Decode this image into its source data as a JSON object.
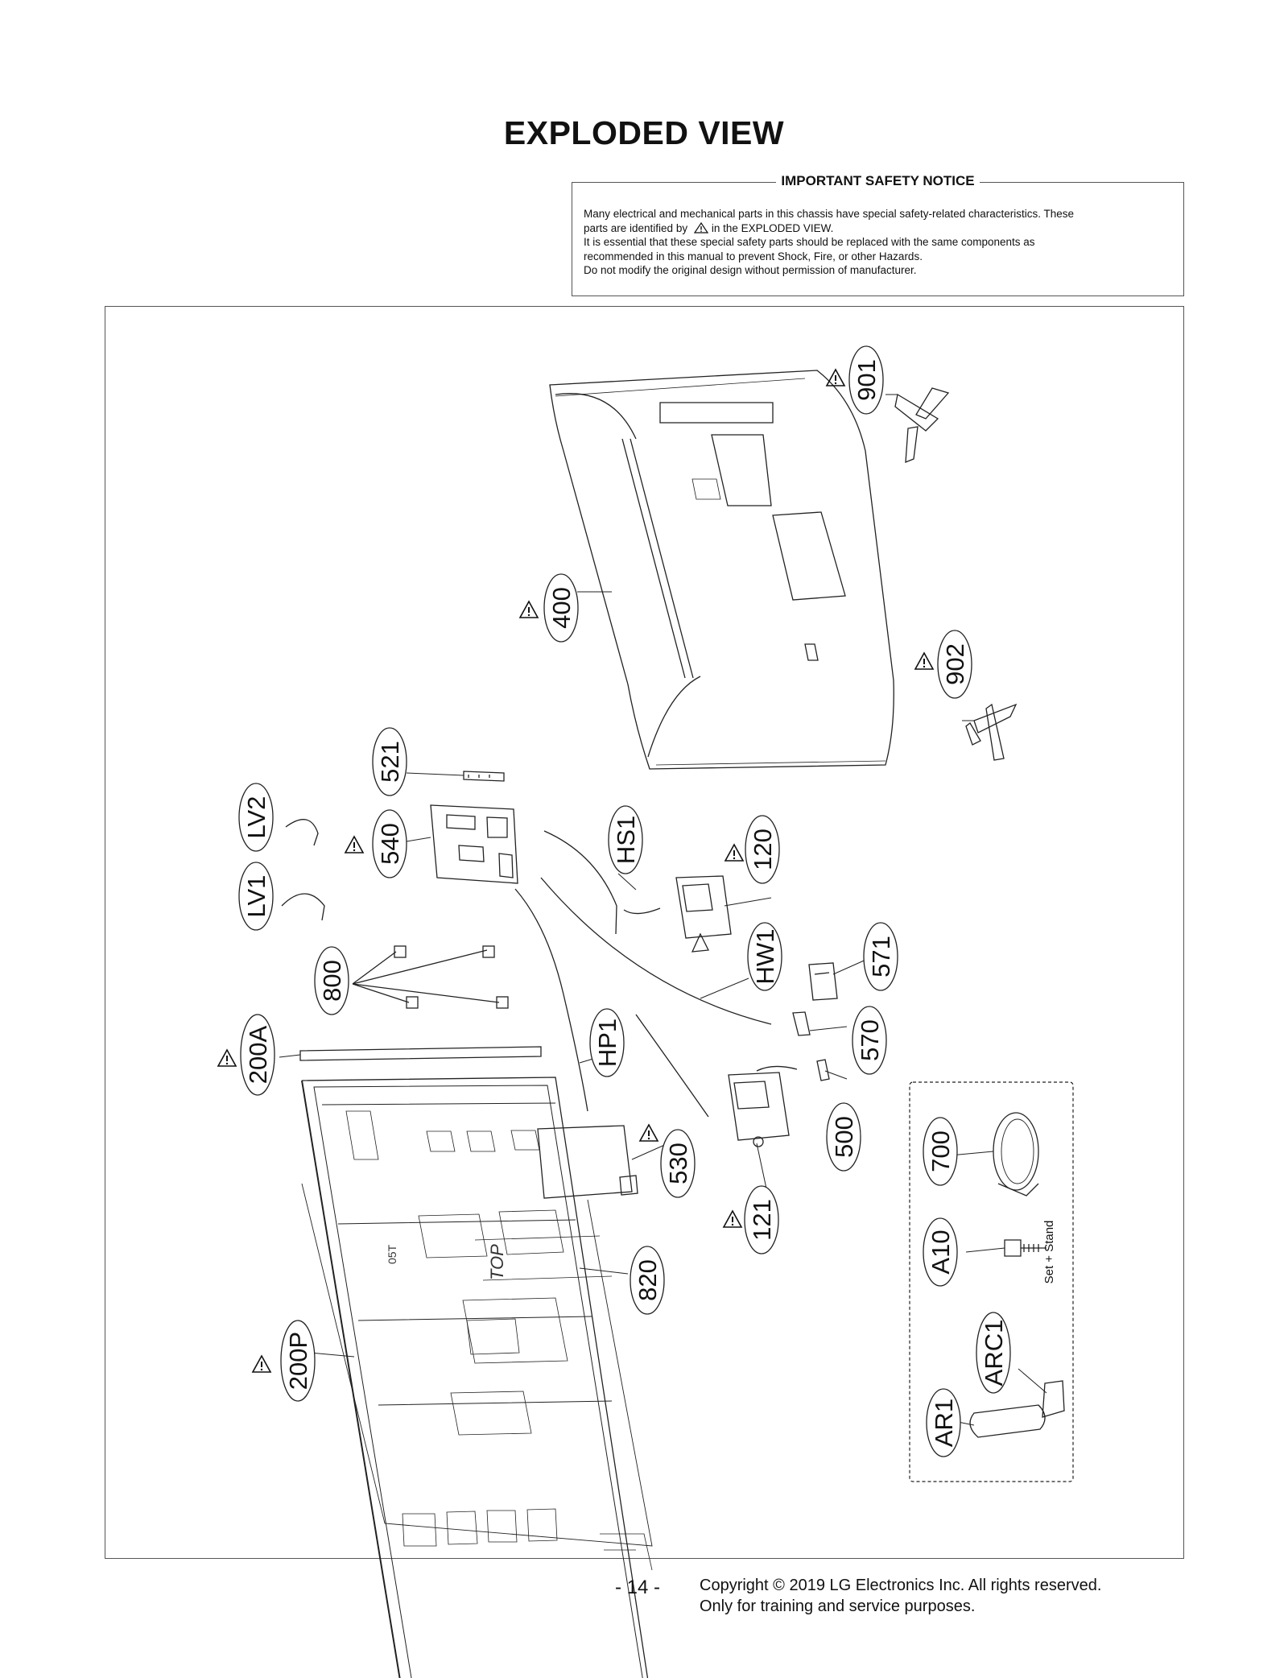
{
  "page": {
    "title": "EXPLODED VIEW"
  },
  "notice": {
    "title": "IMPORTANT SAFETY NOTICE",
    "line1a": "Many electrical and mechanical parts in this chassis have special safety-related characteristics. These",
    "line1b_pre": "parts are identified by",
    "line1b_post": "in the EXPLODED VIEW.",
    "line2a": "It is essential that these special safety parts should be replaced with the same components as",
    "line2b": "recommended in this manual to prevent Shock, Fire, or other Hazards.",
    "line3": "Do not modify the original design without permission of manufacturer."
  },
  "callouts": {
    "c901": "901",
    "c400": "400",
    "c902": "902",
    "c521": "521",
    "c540": "540",
    "cLV2": "LV2",
    "cLV1": "LV1",
    "cHS1": "HS1",
    "c120": "120",
    "cHW1": "HW1",
    "c571": "571",
    "c800": "800",
    "c570": "570",
    "c200A": "200A",
    "cHP1": "HP1",
    "c500": "500",
    "c530": "530",
    "c121": "121",
    "c700": "700",
    "cA10": "A10",
    "c820": "820",
    "c200P": "200P",
    "cARC1": "ARC1",
    "cAR1": "AR1"
  },
  "accessory_box": {
    "note": "Set + Stand"
  },
  "drawing_text": {
    "top_mark": "TOP",
    "label_05t": "05T"
  },
  "footer": {
    "page_number": "- 14 -",
    "copyright_line1": "Copyright © 2019 LG Electronics Inc. All rights reserved.",
    "copyright_line2": "Only for training and service purposes."
  },
  "colors": {
    "line": "#222222",
    "frame": "#555555"
  },
  "icons": [
    "warning-triangle-icon"
  ]
}
